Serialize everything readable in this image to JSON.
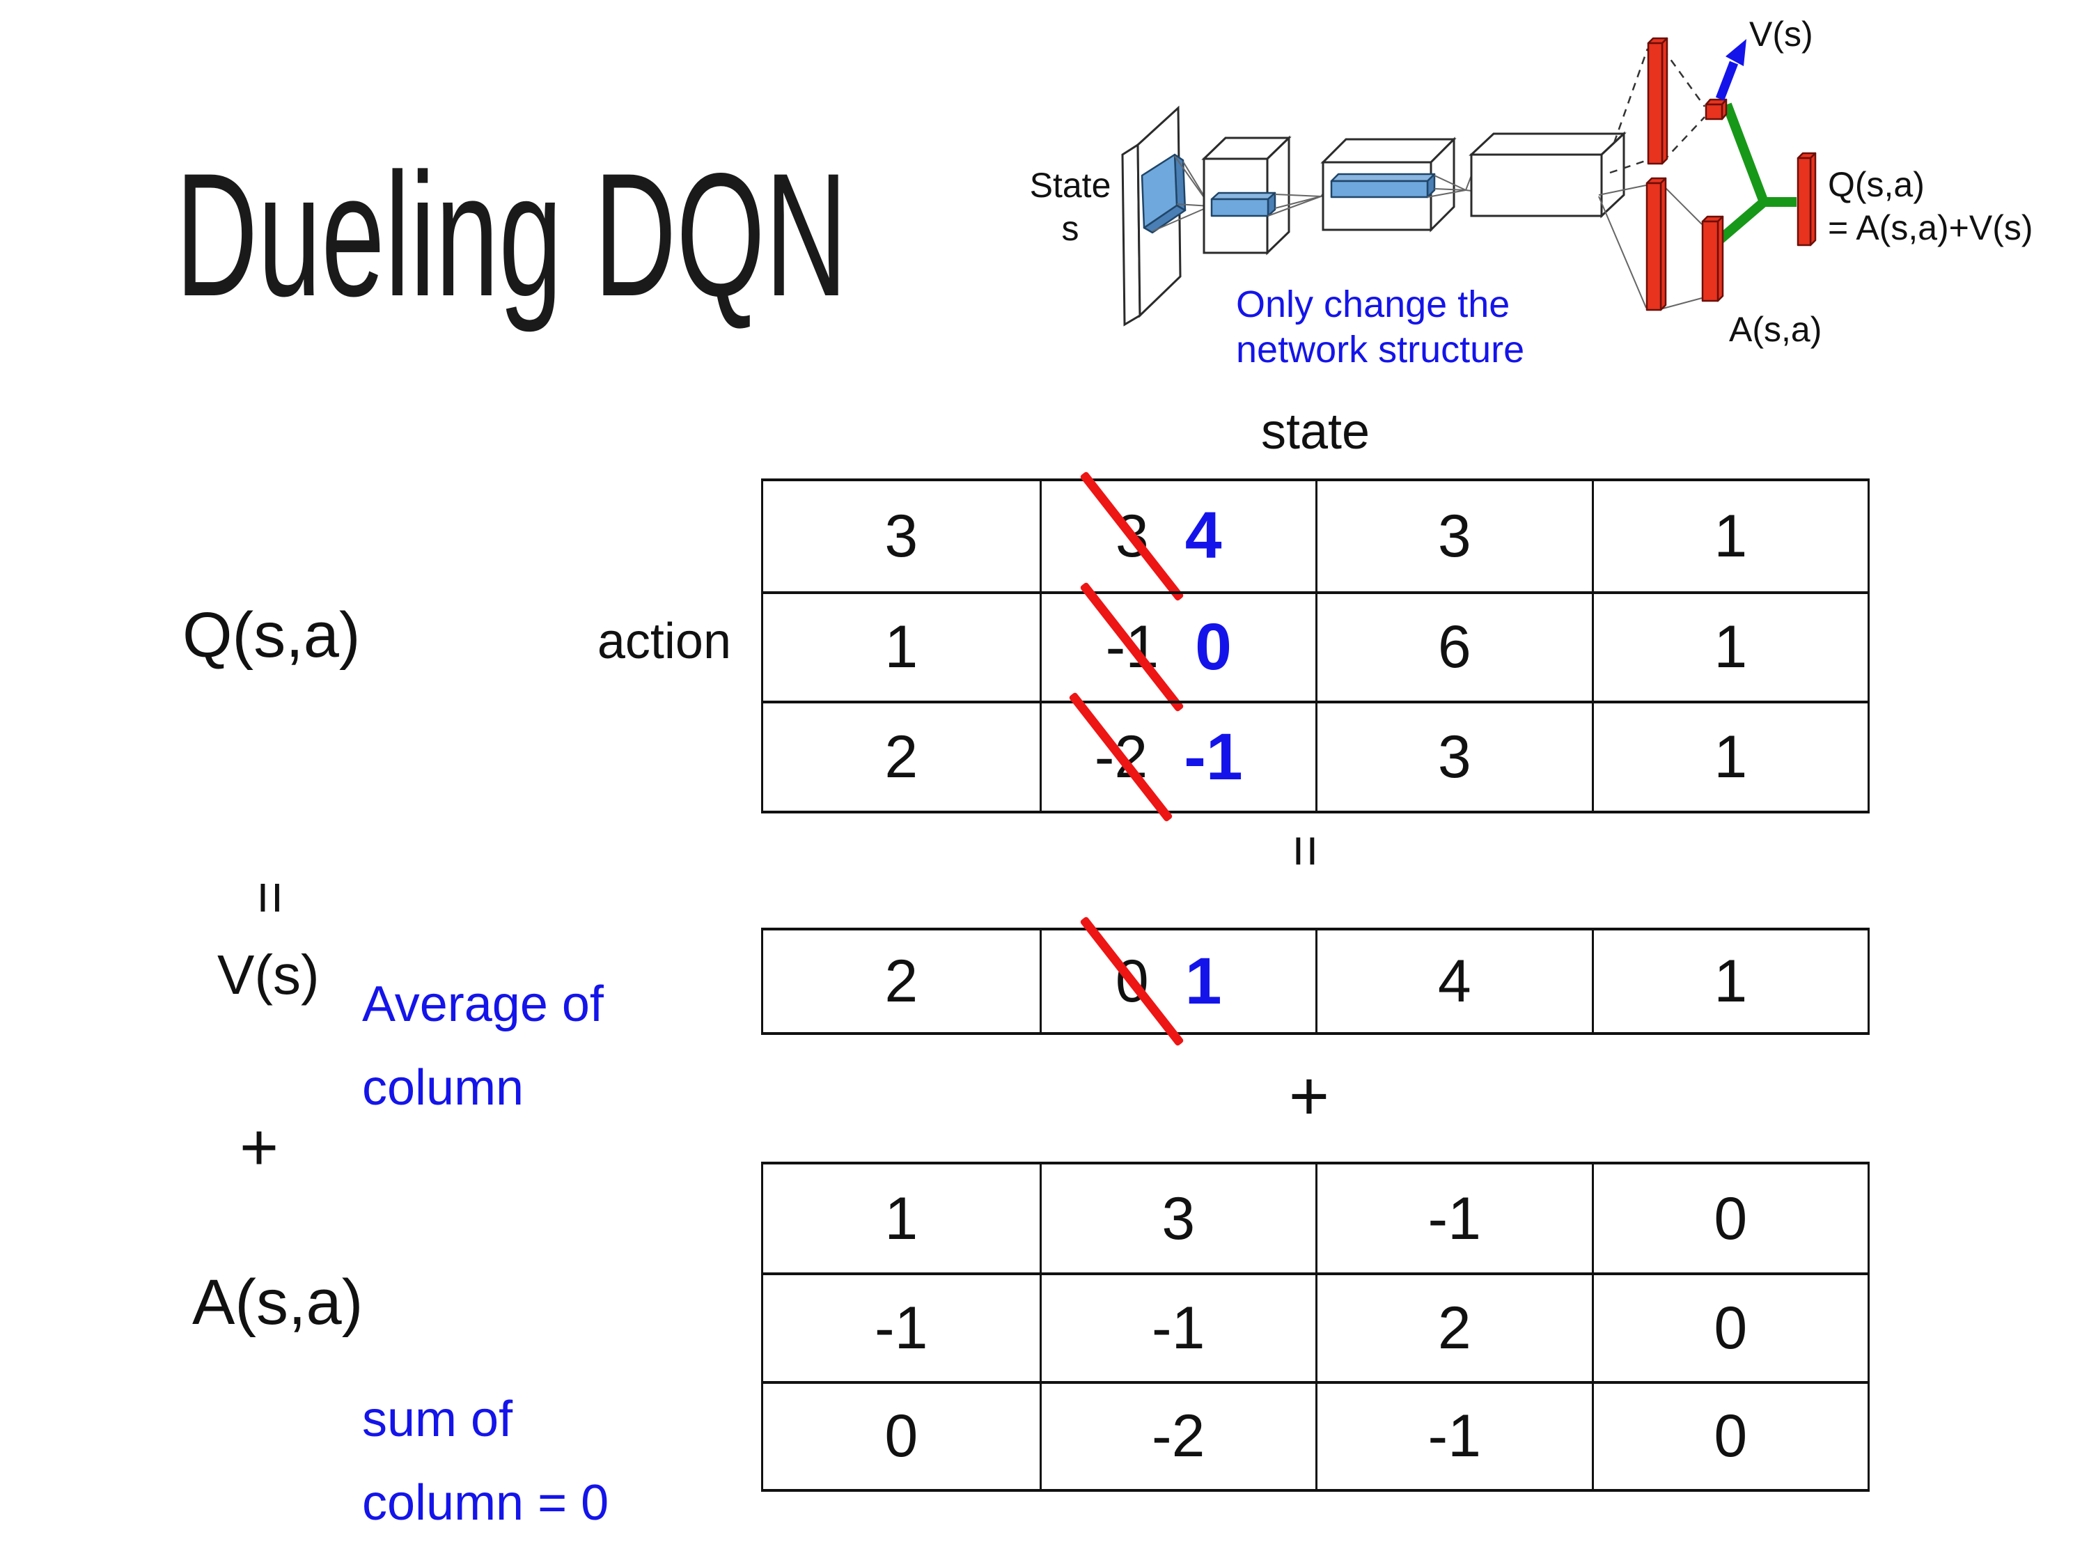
{
  "slide": {
    "title": "Dueling DQN",
    "background": "#ffffff"
  },
  "colors": {
    "accent_blue": "#1414ea",
    "strike_red": "#ee1515",
    "bar_red": "#e8331f",
    "merge_green": "#189818",
    "feature_blue": "#6fa8dc"
  },
  "diagram": {
    "state_line1": "State",
    "state_line2": "s",
    "v_label": "V(s)",
    "q_line1": "Q(s,a)",
    "q_line2": "= A(s,a)+V(s)",
    "a_label": "A(s,a)",
    "note_line1": "Only change the",
    "note_line2": "network structure"
  },
  "equation": {
    "q": "Q(s,a)",
    "eq_left": "=",
    "v": "V(s)",
    "plus_left": "+",
    "a": "A(s,a)",
    "eq_mid": "=",
    "plus_mid": "+",
    "state": "state",
    "action": "action",
    "avg_line1": "Average of",
    "avg_line2": "column",
    "sum_line1": "sum of",
    "sum_line2": "column = 0"
  },
  "q_table": {
    "rows": [
      [
        {
          "v": "3"
        },
        {
          "v": "3",
          "strike": true,
          "new": "4"
        },
        {
          "v": "3"
        },
        {
          "v": "1"
        }
      ],
      [
        {
          "v": "1"
        },
        {
          "v": "-1",
          "strike": true,
          "new": "0"
        },
        {
          "v": "6"
        },
        {
          "v": "1"
        }
      ],
      [
        {
          "v": "2"
        },
        {
          "v": "-2",
          "strike": true,
          "new": "-1"
        },
        {
          "v": "3"
        },
        {
          "v": "1"
        }
      ]
    ]
  },
  "v_table": {
    "rows": [
      [
        {
          "v": "2"
        },
        {
          "v": "0",
          "strike": true,
          "new": "1"
        },
        {
          "v": "4"
        },
        {
          "v": "1"
        }
      ]
    ]
  },
  "a_table": {
    "rows": [
      [
        {
          "v": "1"
        },
        {
          "v": "3"
        },
        {
          "v": "-1"
        },
        {
          "v": "0"
        }
      ],
      [
        {
          "v": "-1"
        },
        {
          "v": "-1"
        },
        {
          "v": "2"
        },
        {
          "v": "0"
        }
      ],
      [
        {
          "v": "0"
        },
        {
          "v": "-2"
        },
        {
          "v": "-1"
        },
        {
          "v": "0"
        }
      ]
    ]
  }
}
